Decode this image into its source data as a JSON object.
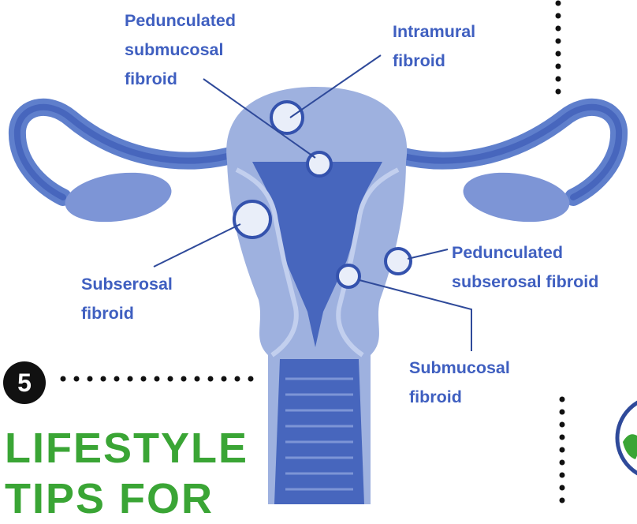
{
  "labels": {
    "pedunculated_submucosal": "Pedunculated\nsubmucosal\nfibroid",
    "intramural": "Intramural\nfibroid",
    "subserosal": "Subserosal\nfibroid",
    "pedunculated_subserosal": "Pedunculated\nsubserosal fibroid",
    "submucosal": "Submucosal\nfibroid"
  },
  "section": {
    "number": "5",
    "title": "LIFESTYLE\nTIPS FOR"
  },
  "colors": {
    "label": "#3f5fc0",
    "heading": "#3aa535",
    "uterus_outer": "#9eb1df",
    "uterus_mid": "#7d95d6",
    "uterus_dark": "#4766bd",
    "badge": "#111111"
  }
}
